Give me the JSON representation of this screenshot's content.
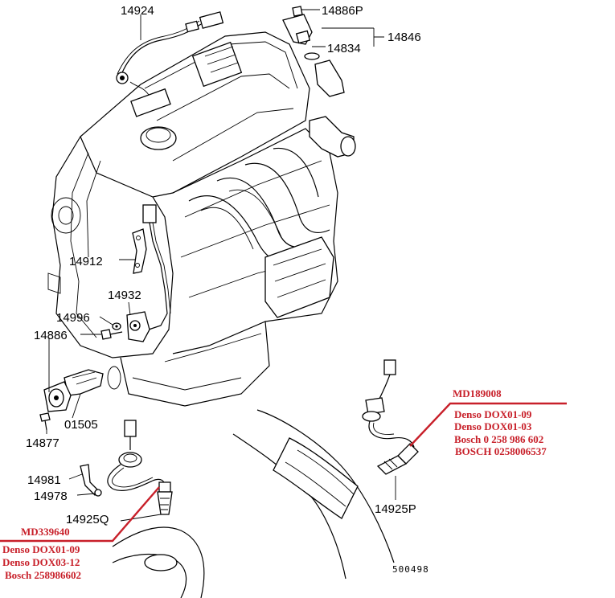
{
  "diagram": {
    "callouts": {
      "c14924": "14924",
      "c14886P": "14886P",
      "c14846": "14846",
      "c14834": "14834",
      "c14912": "14912",
      "c14932": "14932",
      "c14996": "14996",
      "c14886": "14886",
      "c01505": "01505",
      "c14877": "14877",
      "c14981": "14981",
      "c14978": "14978",
      "c14925Q": "14925Q",
      "c14925P": "14925P"
    },
    "rear_sensor_info": {
      "oe_number": "MD189008",
      "lines": [
        "Denso DOX01-09",
        "Denso DOX01-03",
        "Bosch 0 258 986 602",
        "BOSCH 0258006537"
      ]
    },
    "front_sensor_info": {
      "oe_number": "MD339640",
      "lines": [
        "Denso DOX01-09",
        "Denso DOX03-12",
        "Bosch 258986602"
      ]
    },
    "drawing_code": "500498",
    "colors": {
      "annotation": "#c8202a",
      "line": "#000000",
      "background": "#ffffff"
    }
  }
}
